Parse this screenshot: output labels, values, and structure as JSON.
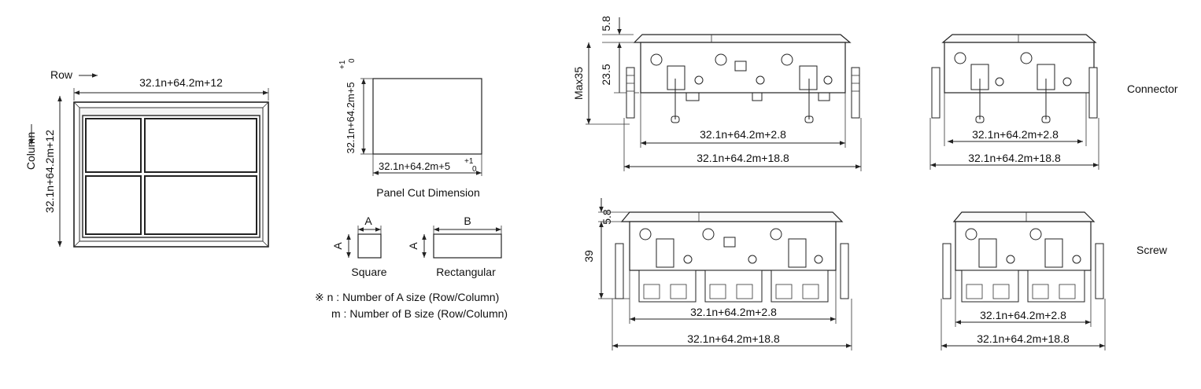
{
  "front_view": {
    "row_label": "Row",
    "column_label": "Column",
    "width_dim": "32.1n+64.2m+12",
    "height_dim": "32.1n+64.2m+12"
  },
  "panel_cut": {
    "height_dim": "32.1n+64.2m+5",
    "width_dim": "32.1n+64.2m+5",
    "tol_upper": "+1",
    "tol_lower": "0",
    "caption": "Panel Cut Dimension"
  },
  "legend": {
    "square_dim": "A",
    "rect_dim": "B",
    "square_caption": "Square",
    "rect_caption": "Rectangular",
    "note_n": "※ n  : Number of A size (Row/Column)",
    "note_m": "m : Number of B size (Row/Column)"
  },
  "connector_views": {
    "label": "Connector",
    "dim_top": "5.8",
    "dim_max": "Max35",
    "dim_mid": "23.5",
    "inner_dim": "32.1n+64.2m+2.8",
    "outer_dim": "32.1n+64.2m+18.8"
  },
  "screw_views": {
    "label": "Screw",
    "dim_top": "5.8",
    "dim_mid": "39",
    "inner_dim": "32.1n+64.2m+2.8",
    "outer_dim": "32.1n+64.2m+18.8"
  }
}
